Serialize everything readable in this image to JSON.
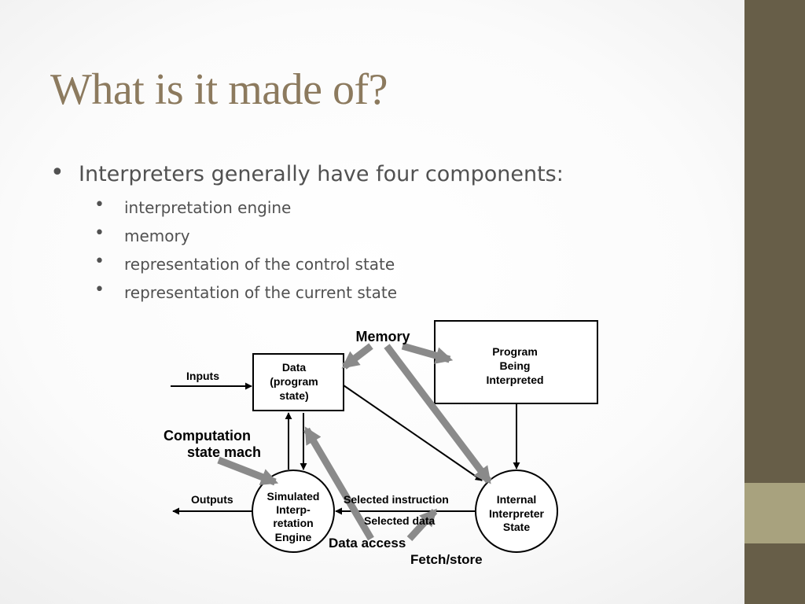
{
  "slide": {
    "title": "What is it made of?",
    "bullet": "Interpreters generally have four components:",
    "subbullets": [
      "interpretation engine",
      "memory",
      "representation of the control state",
      "representation of the current state"
    ]
  },
  "diagram": {
    "memory_label": "Memory",
    "data_box": [
      "Data",
      "(program",
      "state)"
    ],
    "program_box": [
      "Program",
      "Being",
      "Interpreted"
    ],
    "engine_circle": [
      "Simulated",
      "Interp-",
      "retation",
      "Engine"
    ],
    "state_circle": [
      "Internal",
      "Interpreter",
      "State"
    ],
    "inputs": "Inputs",
    "outputs": "Outputs",
    "computation": [
      "Computation",
      "state mach"
    ],
    "selected_instruction": "Selected instruction",
    "selected_data": "Selected data",
    "data_access": "Data access",
    "fetch_store": "Fetch/store"
  },
  "colors": {
    "title": "#8c7a5e",
    "body_text": "#515151",
    "sidebar": "#675e48",
    "sidebar_accent": "#a8a27e",
    "gray_arrow": "#8a8a8a"
  }
}
